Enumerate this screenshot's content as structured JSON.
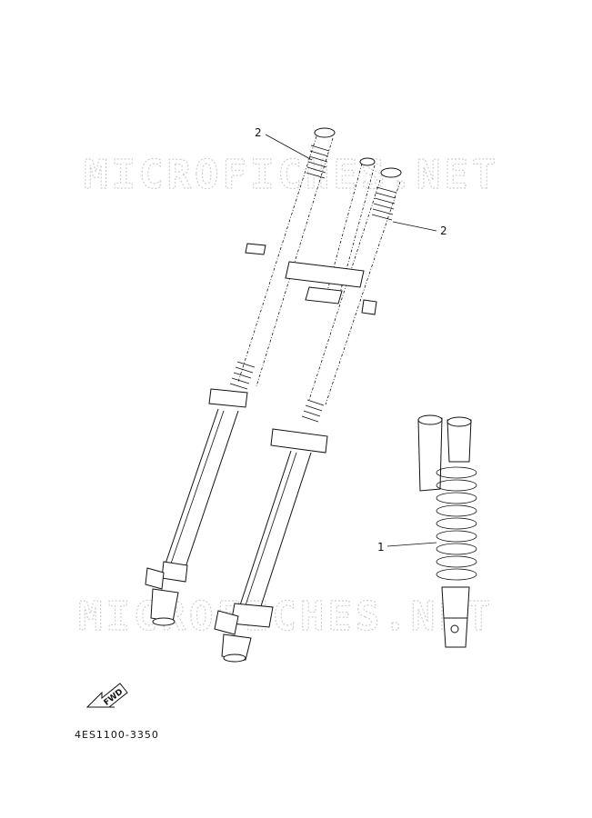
{
  "watermark": {
    "text": "MICROFICHES.NET"
  },
  "callouts": [
    {
      "label": "2"
    },
    {
      "label": "2"
    },
    {
      "label": "1"
    }
  ],
  "fwd_label": "FWD",
  "part_code": "4ES1100-3350"
}
